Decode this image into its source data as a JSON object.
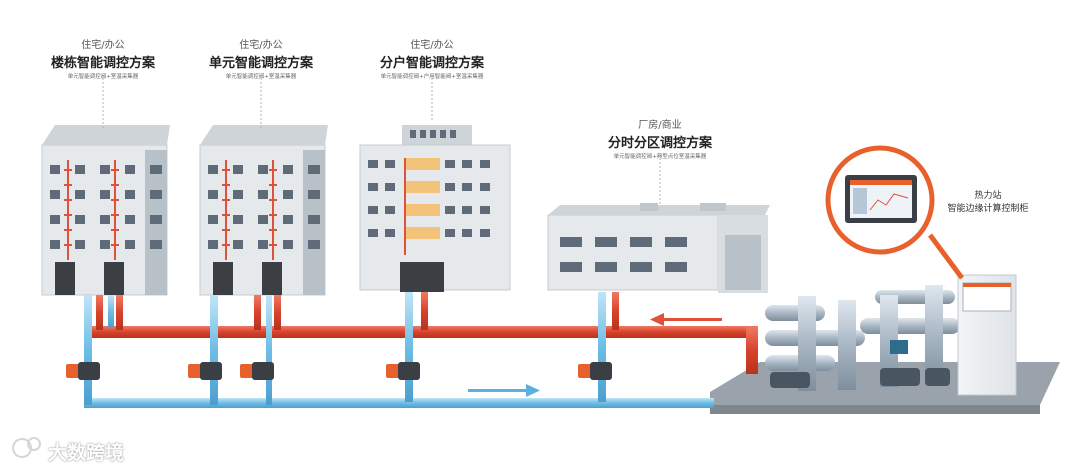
{
  "schemes": [
    {
      "category": "住宅/办公",
      "title": "楼栋智能调控方案",
      "subtitle": "单元智能调控阀+室温采集器"
    },
    {
      "category": "住宅/办公",
      "title": "单元智能调控方案",
      "subtitle": "单元智能调控阀+室温采集器"
    },
    {
      "category": "住宅/办公",
      "title": "分户智能调控方案",
      "subtitle": "单元智能调控阀+户用智能阀+室温采集器"
    },
    {
      "category": "厂房/商业",
      "title": "分时分区调控方案",
      "subtitle": "单元智能调控阀+典型点位室温采集器"
    }
  ],
  "station": {
    "line1": "热力站",
    "line2": "智能边缘计算控制柜"
  },
  "brand": "大数跨境",
  "colors": {
    "supply": "#e0513a",
    "return": "#5bb0e0",
    "accent": "#e8612c"
  }
}
